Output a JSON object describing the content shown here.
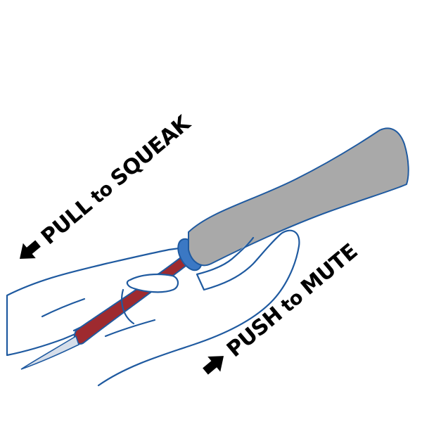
{
  "instructions": {
    "pull": {
      "text_main": "PULL",
      "text_to": "to",
      "text_action": "SQUEAK"
    },
    "push": {
      "text_main": "PUSH",
      "text_to": "to",
      "text_action": "MUTE"
    }
  },
  "colors": {
    "outline": "#1f5aa0",
    "handle": "#a9a9a9",
    "stem": "#9e2a2f",
    "collar": "#3b78c4",
    "ink": "#000000"
  },
  "icons": {
    "left_arrow": "arrow-left-icon",
    "right_arrow": "arrow-right-icon"
  }
}
